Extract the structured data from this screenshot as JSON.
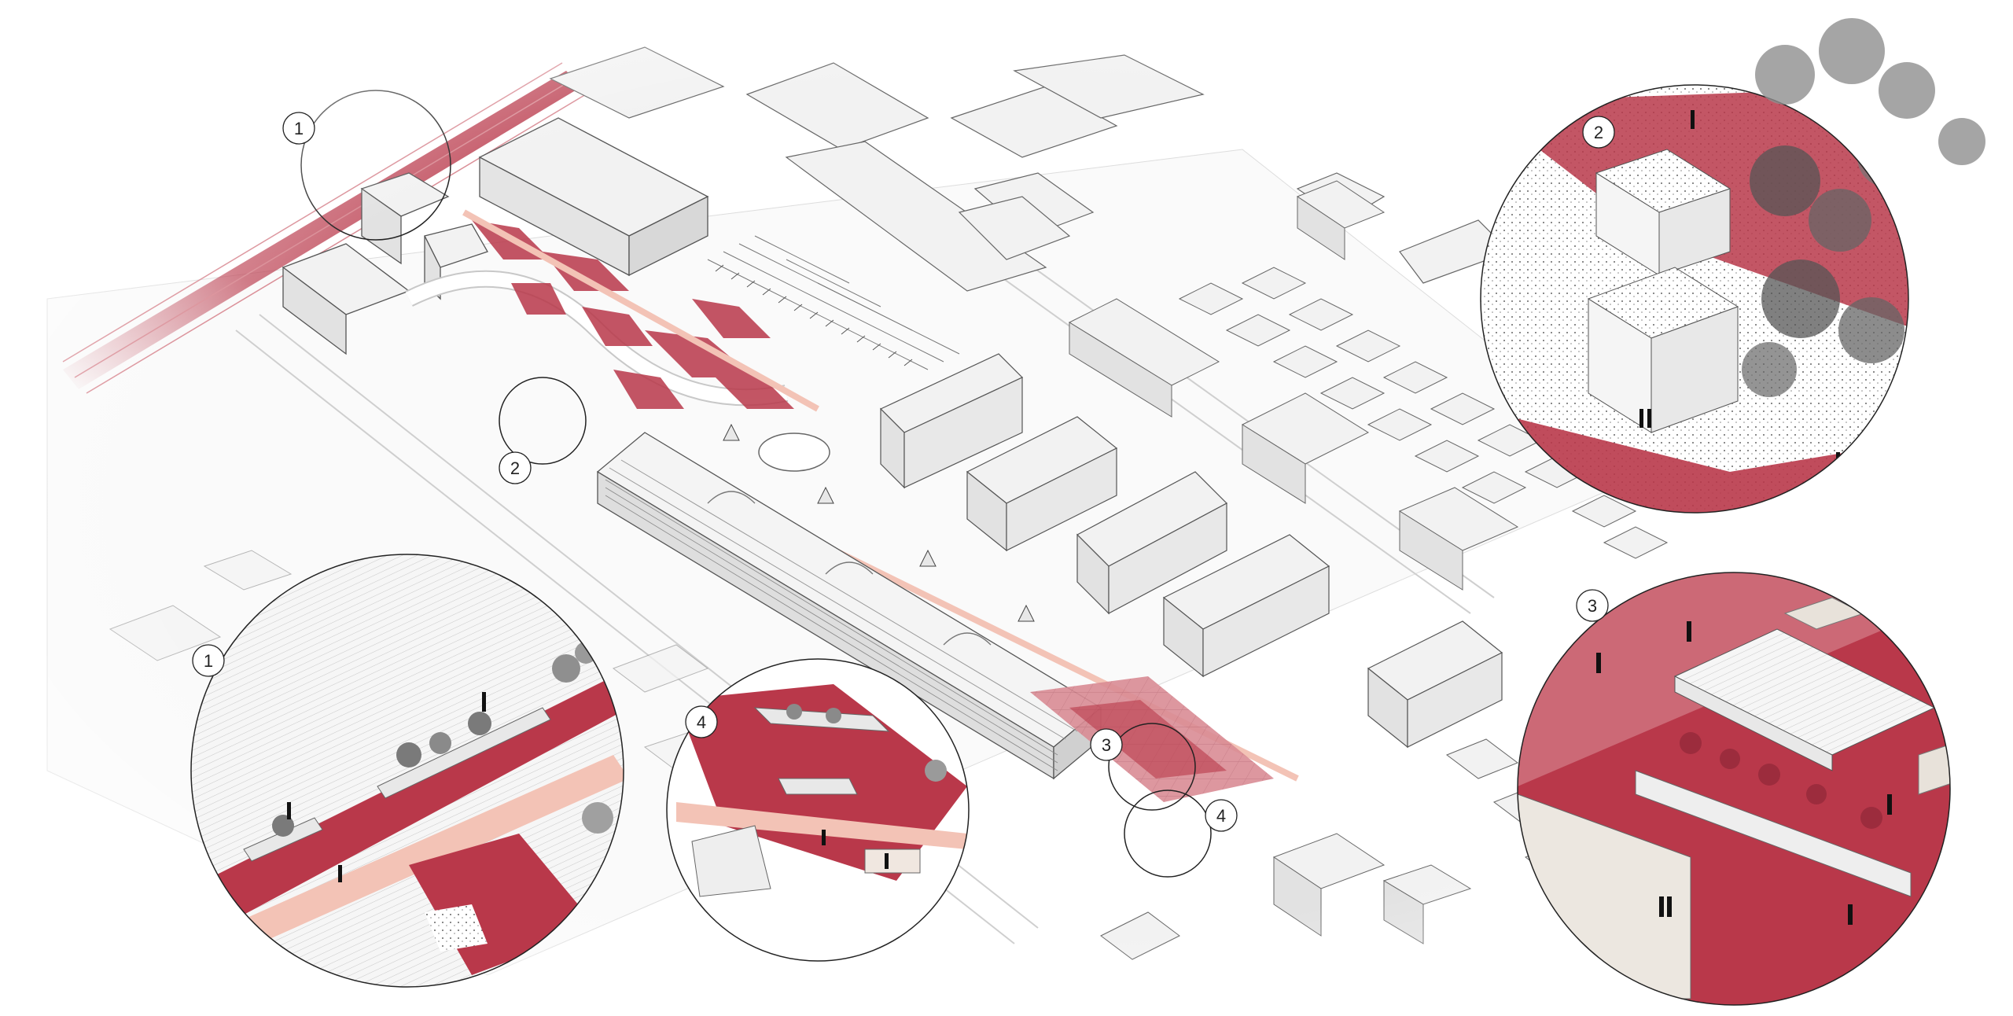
{
  "diagram": {
    "palette": {
      "paving_red": "#b9384a",
      "paving_light_red": "#d98b94",
      "paving_pink": "#f3c3b6",
      "building_fill": "#f2f2f2",
      "building_line": "#555555",
      "ground": "#ffffff",
      "tree_gray": "#8f8f8f"
    },
    "callouts": [
      {
        "id": "1",
        "label": "1"
      },
      {
        "id": "2",
        "label": "2"
      },
      {
        "id": "3",
        "label": "3"
      },
      {
        "id": "4",
        "label": "4"
      }
    ],
    "detail_views": [
      {
        "id": "1",
        "label": "1",
        "subject": "railway-promenade"
      },
      {
        "id": "2",
        "label": "2",
        "subject": "pavilions-with-trees"
      },
      {
        "id": "3",
        "label": "3",
        "subject": "station-forecourt-plaza"
      },
      {
        "id": "4",
        "label": "4",
        "subject": "underpass-entrance"
      }
    ]
  }
}
